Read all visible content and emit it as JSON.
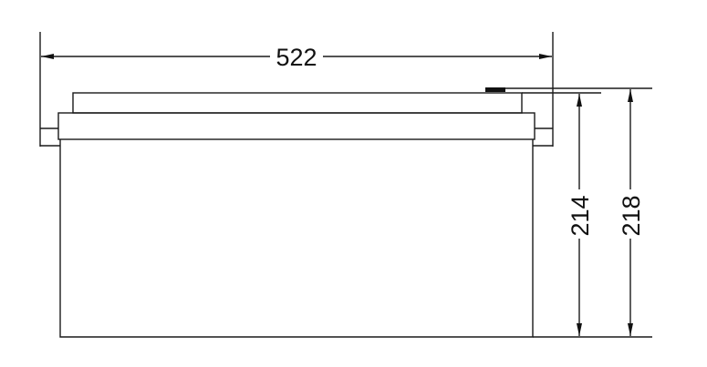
{
  "drawing": {
    "dimensions": {
      "width": "522",
      "height_body": "214",
      "height_total": "218"
    },
    "colors": {
      "line": "#1a1a1a",
      "background": "#ffffff"
    }
  }
}
